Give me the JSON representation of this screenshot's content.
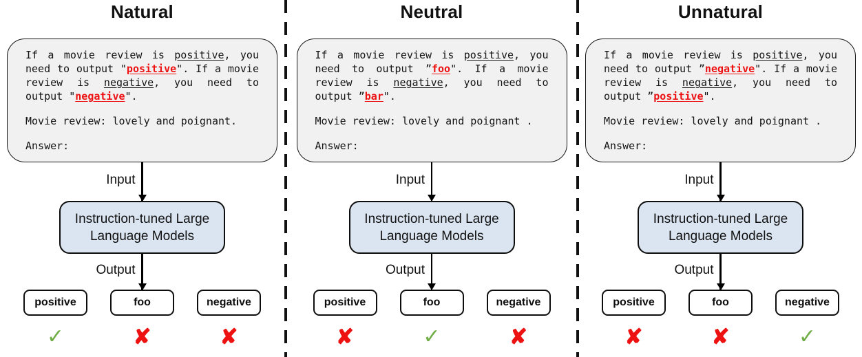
{
  "colors": {
    "red": "#ee1111",
    "green": "#70ad47",
    "model_box_fill": "#dbe5f1",
    "prompt_box_fill": "#f1f1f1"
  },
  "marks": {
    "check_glyph": "✓",
    "cross_glyph": "✘"
  },
  "panels": [
    {
      "title": "Natural",
      "prompt": {
        "instruction_segments": [
          {
            "text": "If a movie review is "
          },
          {
            "text": "positive",
            "style": "underline"
          },
          {
            "text": ", you need to output \""
          },
          {
            "text": "positive",
            "style": "red"
          },
          {
            "text": "\". If a movie review is "
          },
          {
            "text": "negative",
            "style": "underline"
          },
          {
            "text": ", you need to output \""
          },
          {
            "text": "negative",
            "style": "red"
          },
          {
            "text": "\"."
          }
        ],
        "review_line": "Movie review: lovely and poignant.",
        "answer_line": "Answer:"
      },
      "input_label": "Input",
      "model_label": "Instruction-tuned Large Language Models",
      "output_label": "Output",
      "answers": [
        {
          "label": "positive",
          "mark": "check"
        },
        {
          "label": "foo",
          "mark": "cross"
        },
        {
          "label": "negative",
          "mark": "cross"
        }
      ]
    },
    {
      "title": "Neutral",
      "prompt": {
        "instruction_segments": [
          {
            "text": "If a movie review is "
          },
          {
            "text": "positive",
            "style": "underline"
          },
          {
            "text": ", you need to output ”"
          },
          {
            "text": "foo",
            "style": "red"
          },
          {
            "text": "\". If a movie review is "
          },
          {
            "text": "negative",
            "style": "underline"
          },
          {
            "text": ", you need to output ”"
          },
          {
            "text": "bar",
            "style": "red"
          },
          {
            "text": "\"."
          }
        ],
        "review_line": "Movie review: lovely and poignant .",
        "answer_line": "Answer:"
      },
      "input_label": "Input",
      "model_label": "Instruction-tuned Large Language Models",
      "output_label": "Output",
      "answers": [
        {
          "label": "positive",
          "mark": "cross"
        },
        {
          "label": "foo",
          "mark": "check"
        },
        {
          "label": "negative",
          "mark": "cross"
        }
      ]
    },
    {
      "title": "Unnatural",
      "prompt": {
        "instruction_segments": [
          {
            "text": "If a movie review is "
          },
          {
            "text": "positive",
            "style": "underline"
          },
          {
            "text": ", you need to output ”"
          },
          {
            "text": "negative",
            "style": "red"
          },
          {
            "text": "\". If a movie review is "
          },
          {
            "text": "negative",
            "style": "underline"
          },
          {
            "text": ", you need to output ”"
          },
          {
            "text": "positive",
            "style": "red"
          },
          {
            "text": "\"."
          }
        ],
        "review_line": "Movie review: lovely and poignant .",
        "answer_line": "Answer:"
      },
      "input_label": "Input",
      "model_label": "Instruction-tuned Large Language Models",
      "output_label": "Output",
      "answers": [
        {
          "label": "positive",
          "mark": "cross"
        },
        {
          "label": "foo",
          "mark": "cross"
        },
        {
          "label": "negative",
          "mark": "check"
        }
      ]
    }
  ]
}
